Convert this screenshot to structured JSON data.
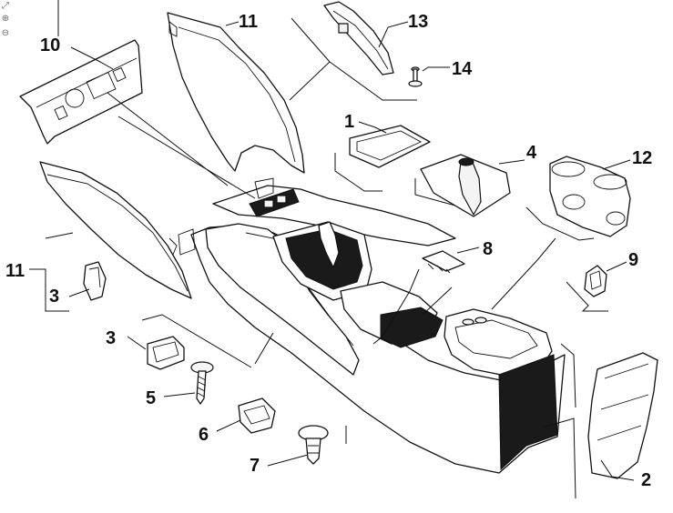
{
  "toolbar": {
    "zoom_fit_icon": "fit-page-icon",
    "zoom_in_icon": "zoom-in-icon",
    "zoom_out_icon": "zoom-out-icon"
  },
  "diagram": {
    "labels": [
      {
        "id": "1",
        "text": "1"
      },
      {
        "id": "2",
        "text": "2"
      },
      {
        "id": "3a",
        "text": "3"
      },
      {
        "id": "3b",
        "text": "3"
      },
      {
        "id": "4",
        "text": "4"
      },
      {
        "id": "5",
        "text": "5"
      },
      {
        "id": "6",
        "text": "6"
      },
      {
        "id": "7",
        "text": "7"
      },
      {
        "id": "8",
        "text": "8"
      },
      {
        "id": "9",
        "text": "9"
      },
      {
        "id": "10",
        "text": "10"
      },
      {
        "id": "11a",
        "text": "11"
      },
      {
        "id": "11b",
        "text": "11"
      },
      {
        "id": "12",
        "text": "12"
      },
      {
        "id": "13",
        "text": "13"
      },
      {
        "id": "14",
        "text": "14"
      }
    ]
  }
}
